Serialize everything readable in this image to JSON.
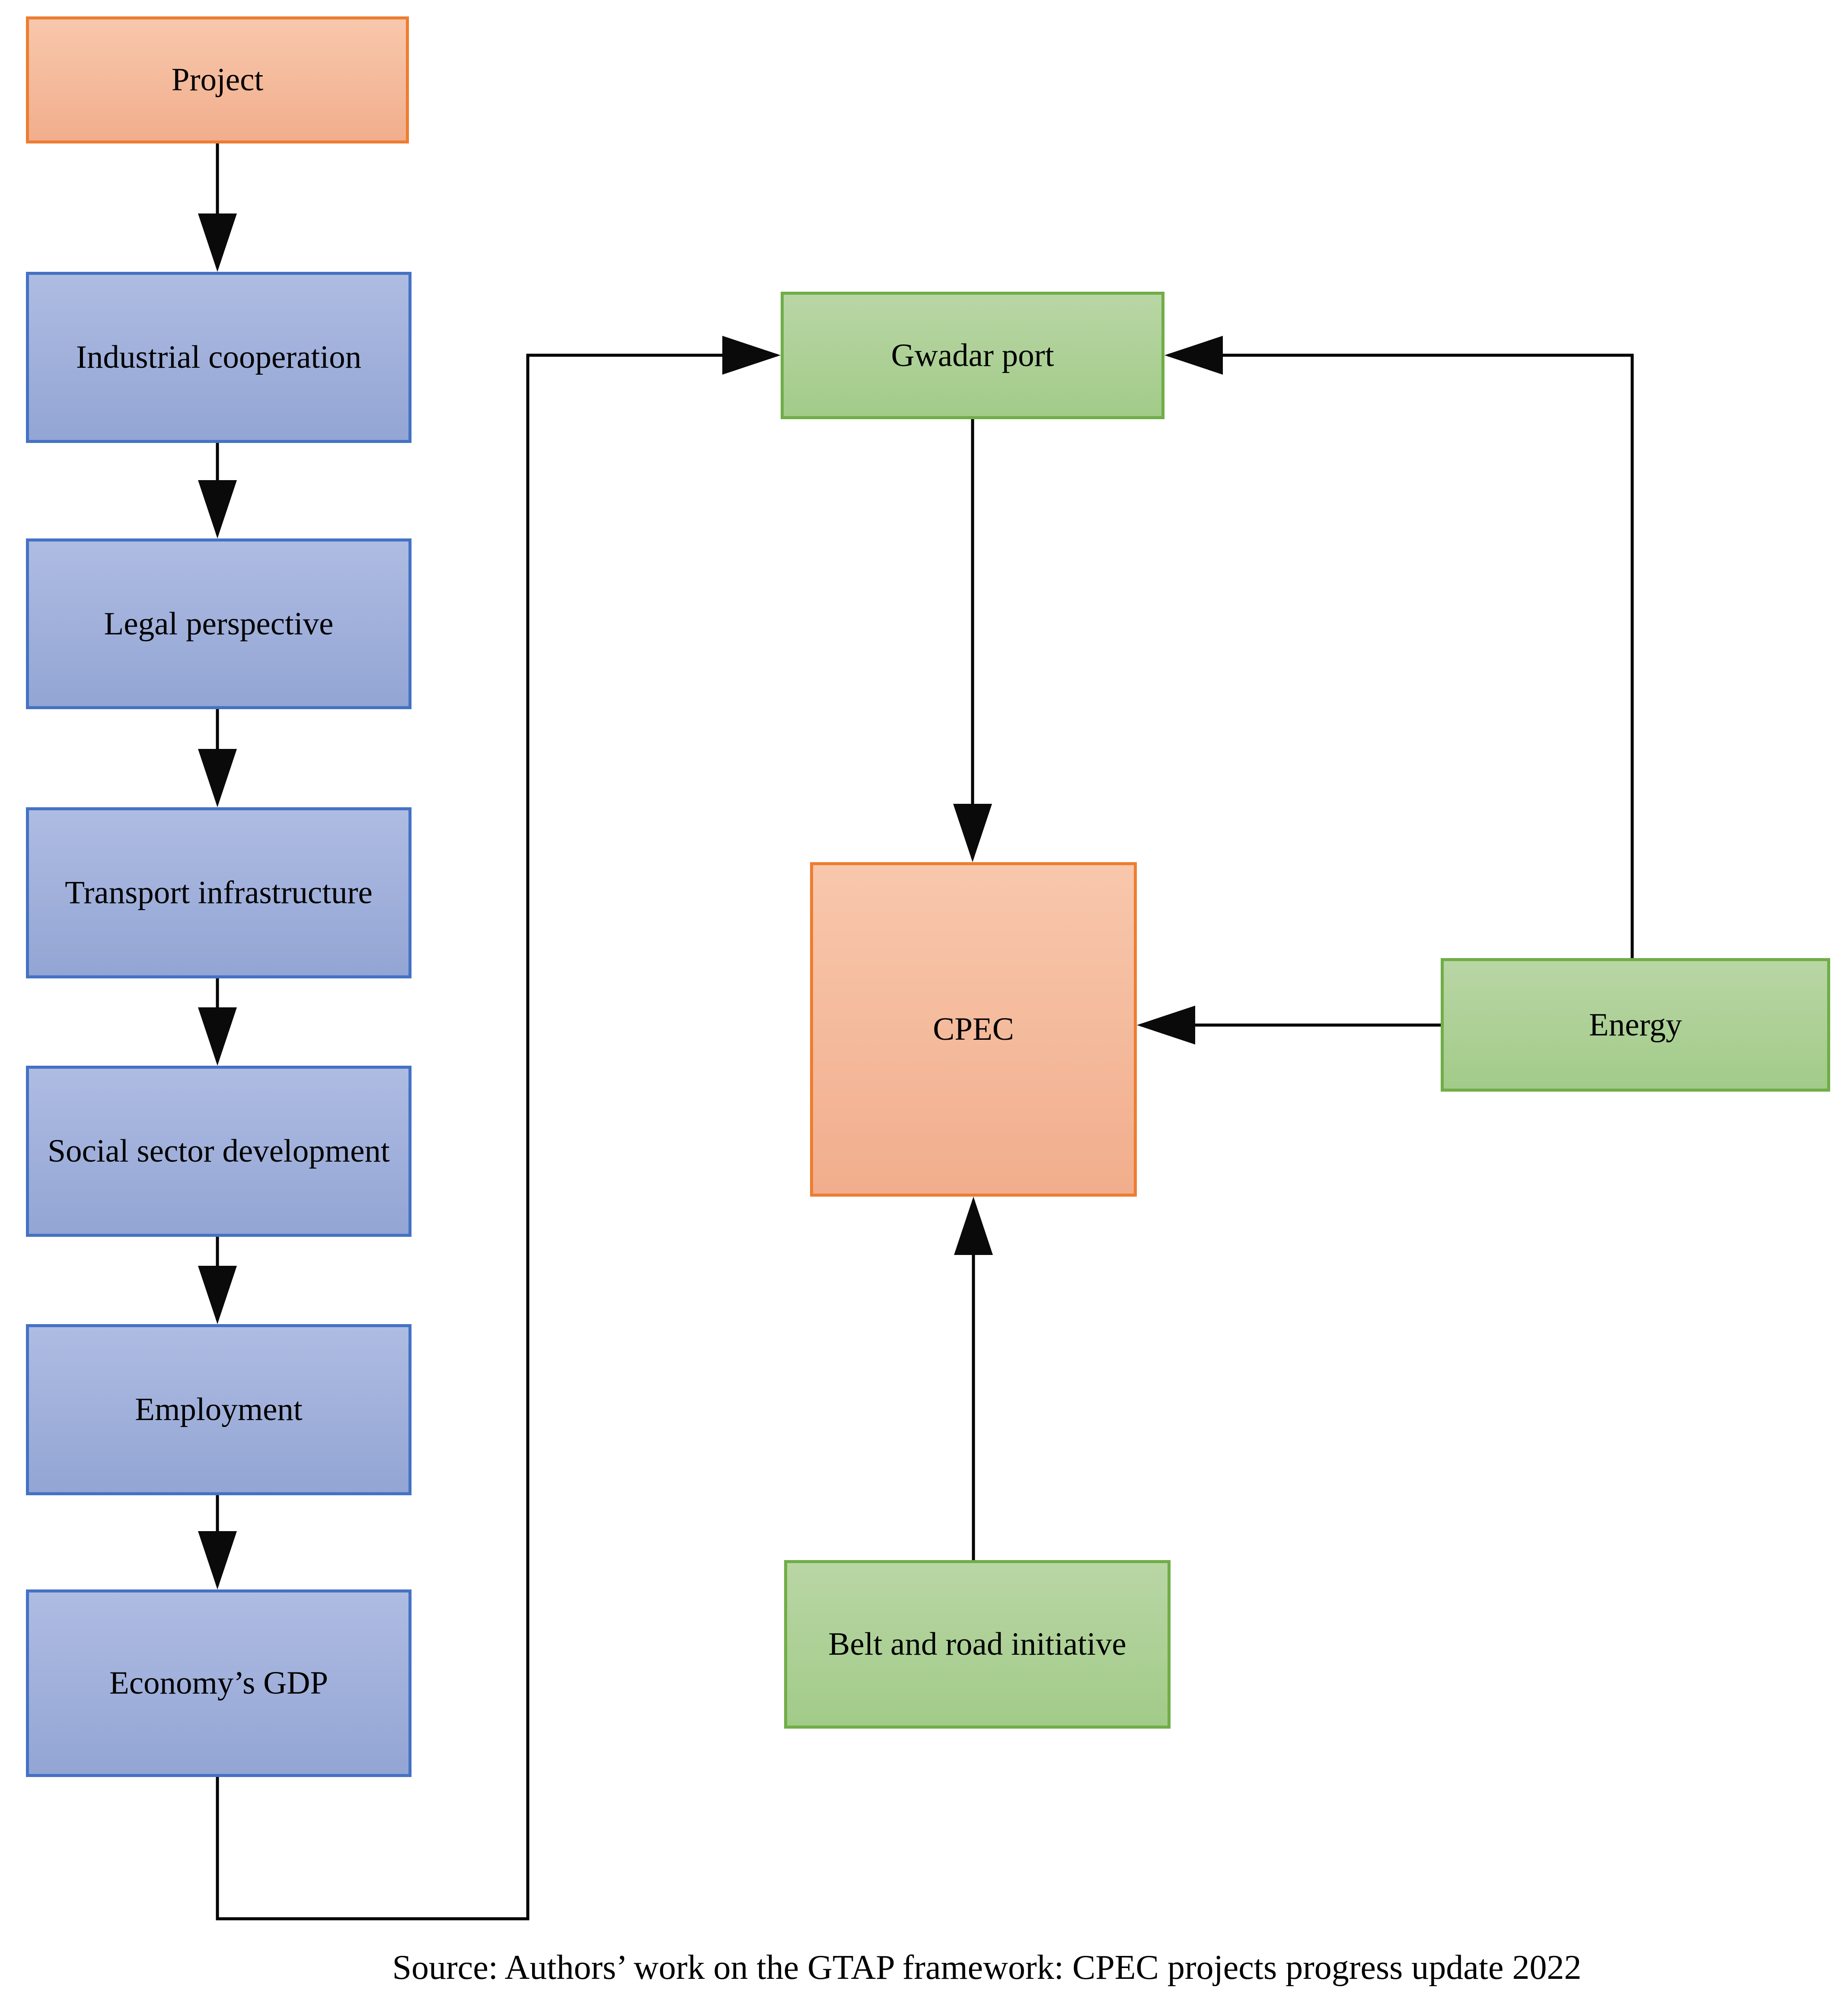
{
  "nodes": {
    "project": {
      "label": "Project",
      "scheme": "orange"
    },
    "industrial_cooperation": {
      "label": "Industrial cooperation",
      "scheme": "blue"
    },
    "legal_perspective": {
      "label": "Legal perspective",
      "scheme": "blue"
    },
    "transport_infrastructure": {
      "label": "Transport infrastructure",
      "scheme": "blue"
    },
    "social_sector_development": {
      "label": "Social sector development",
      "scheme": "blue"
    },
    "employment": {
      "label": "Employment",
      "scheme": "blue"
    },
    "economys_gdp": {
      "label": "Economy’s GDP",
      "scheme": "blue"
    },
    "gwadar_port": {
      "label": "Gwadar port",
      "scheme": "green"
    },
    "cpec": {
      "label": "CPEC",
      "scheme": "orange"
    },
    "energy": {
      "label": "Energy",
      "scheme": "green"
    },
    "belt_and_road_initiative": {
      "label": "Belt and road initiative",
      "scheme": "green"
    }
  },
  "caption": "Source: Authors’ work on the GTAP framework: CPEC projects progress update 2022",
  "colors": {
    "orange_fill_top": "#F8C7AC",
    "orange_fill_bottom": "#F1AE8D",
    "orange_border": "#ED7D31",
    "blue_fill_top": "#AEBCE2",
    "blue_fill_bottom": "#93A5D4",
    "blue_border": "#4472C4",
    "green_fill_top": "#B9D6A5",
    "green_fill_bottom": "#A2CB89",
    "green_border": "#70AD47",
    "connector": "#000000",
    "text": "#000000",
    "background": "#FFFFFF"
  }
}
